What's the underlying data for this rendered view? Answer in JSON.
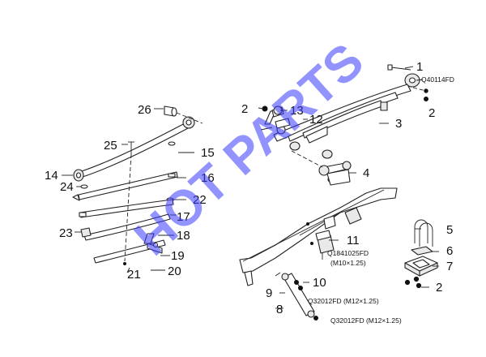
{
  "watermark": "HOT PARTS",
  "colors": {
    "watermark": "#3b3bff",
    "line": "#222222"
  },
  "callouts": {
    "c1": "1",
    "c2a": "2",
    "c2b": "2",
    "c2c": "2",
    "c3": "3",
    "c4": "4",
    "c5": "5",
    "c6": "6",
    "c7": "7",
    "c8": "8",
    "c9": "9",
    "c10": "10",
    "c11": "11",
    "c12": "12",
    "c13": "13",
    "c14": "14",
    "c15": "15",
    "c16": "16",
    "c17": "17",
    "c18": "18",
    "c19": "19",
    "c20": "20",
    "c21": "21",
    "c22": "22",
    "c23": "23",
    "c24": "24",
    "c25": "25",
    "c26": "26"
  },
  "part_codes": {
    "bolt_nut": "Q40114FD",
    "bumper_bolt": "Q1841025FD",
    "bumper_spec": "(M10×1.25)",
    "shackle_bolt_upper": "Q32012FD (M12×1.25)",
    "shackle_bolt_lower": "Q32012FD (M12×1.25)"
  }
}
